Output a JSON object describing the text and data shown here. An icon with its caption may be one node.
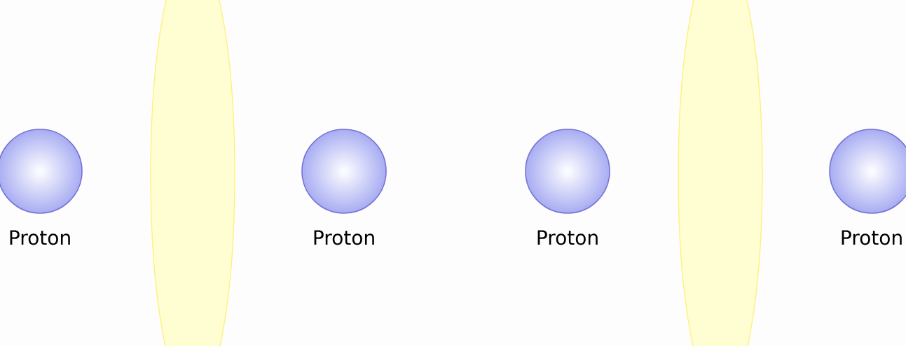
{
  "diagram": {
    "nodes": [
      {
        "text": [
          "Proton"
        ]
      },
      {
        "text": [],
        "shape": "ellipse"
      },
      {
        "text": [
          "Proton"
        ]
      },
      {
        "text": [
          "Proton"
        ]
      },
      {
        "text": [],
        "shape": "ellipse"
      },
      {
        "text": [
          "Proton"
        ]
      }
    ]
  }
}
